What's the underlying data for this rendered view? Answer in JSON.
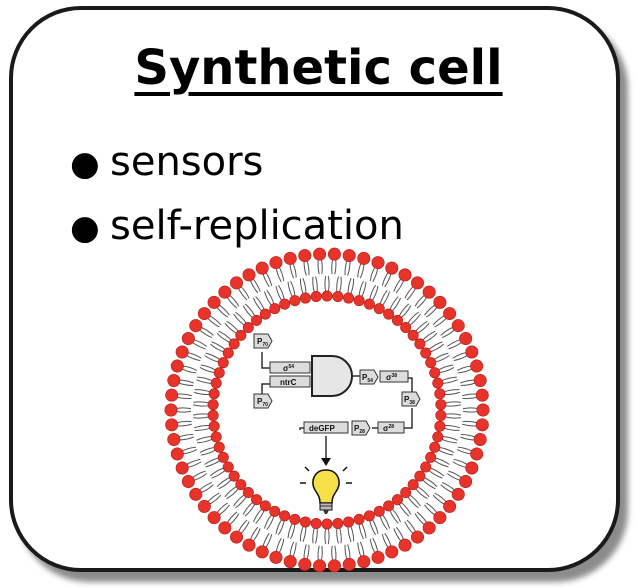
{
  "title": "Synthetic cell",
  "bullets": [
    {
      "text": "sensors"
    },
    {
      "text": "self-replication"
    }
  ],
  "circuit": {
    "p70_top": "P",
    "p70_top_sub": "70",
    "sigma54": "σ",
    "sigma54_sup": "54",
    "ntrC": "ntrC",
    "p70_bottom": "P",
    "p70_bottom_sub": "70",
    "p54": "P",
    "p54_sub": "54",
    "sigma38": "σ",
    "sigma38_sup": "38",
    "p38": "P",
    "p38_sub": "38",
    "degfp": "deGFP",
    "p28": "P",
    "p28_sub": "28",
    "sigma28": "σ",
    "sigma28_sup": "28"
  },
  "colors": {
    "membrane_head": "#e8332a",
    "tail": "#555555",
    "bulb": "#f5e04a"
  },
  "icons": {
    "output": "lightbulb-icon",
    "gate": "and-gate-icon"
  }
}
